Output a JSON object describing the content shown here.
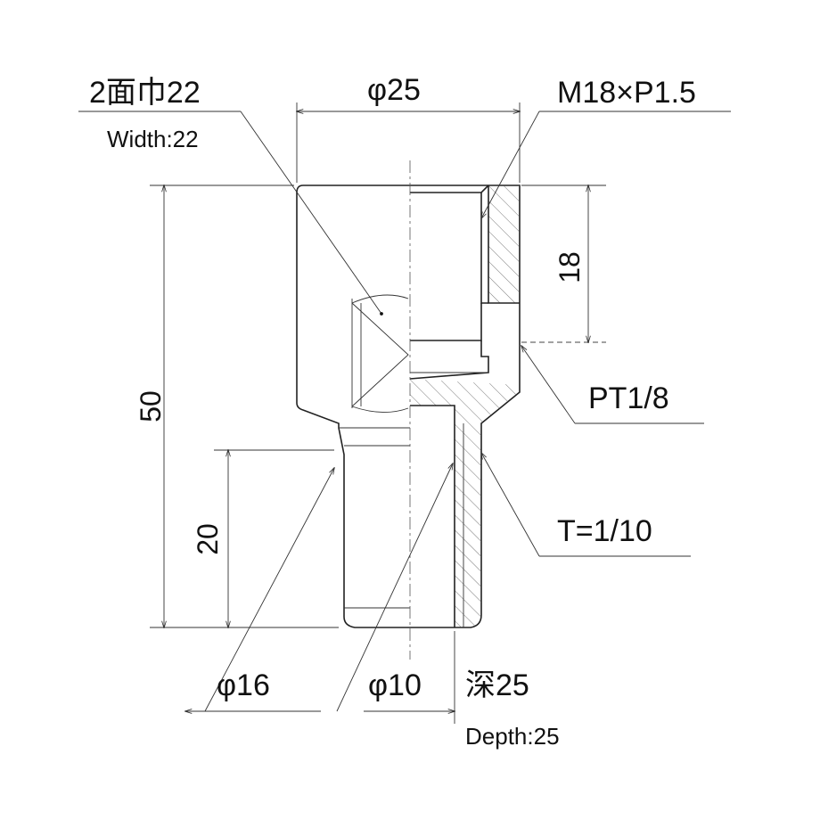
{
  "labels": {
    "width_across_flats_jp": "2面巾22",
    "width_across_flats_en": "Width:22",
    "outer_diameter": "φ25",
    "thread_spec": "M18×P1.5",
    "thread_depth": "18",
    "overall_length": "50",
    "pipe_thread": "PT1/8",
    "taper_ratio": "T=1/10",
    "taper_length": "20",
    "taper_diameter": "φ16",
    "bore_diameter": "φ10",
    "bore_depth_jp": "深25",
    "bore_depth_en": "Depth:25"
  }
}
